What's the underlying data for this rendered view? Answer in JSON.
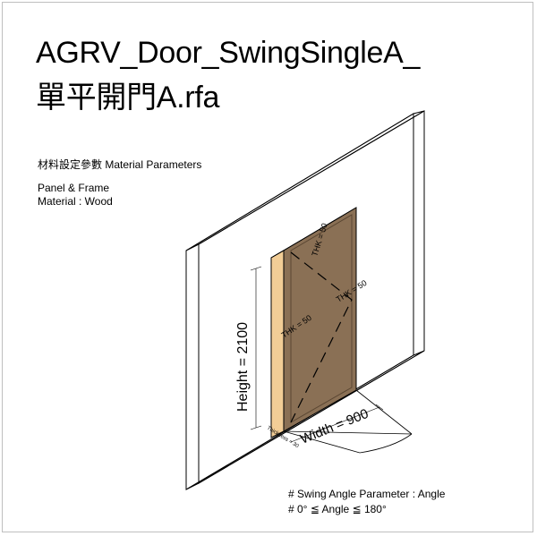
{
  "title": {
    "line1": "AGRV_Door_SwingSingleA_",
    "line2": "單平開門A.rfa"
  },
  "material": {
    "heading": "材料設定參數 Material Parameters",
    "line1": "Panel & Frame",
    "line2": "Material : Wood"
  },
  "dimensions": {
    "height": "Height = 2100",
    "width": "Width = 900",
    "thk_top": "THK = 50",
    "thk_right": "THK = 50",
    "thk_left": "THK = 50",
    "thickness": "Thickness = 30"
  },
  "swing": {
    "line1": "# Swing Angle Parameter :  Angle",
    "line2": "# 0° ≦ Angle ≦ 180°"
  },
  "colors": {
    "panel": "#8a7055",
    "frame_face": "#f2cd96",
    "outline": "#000000"
  }
}
